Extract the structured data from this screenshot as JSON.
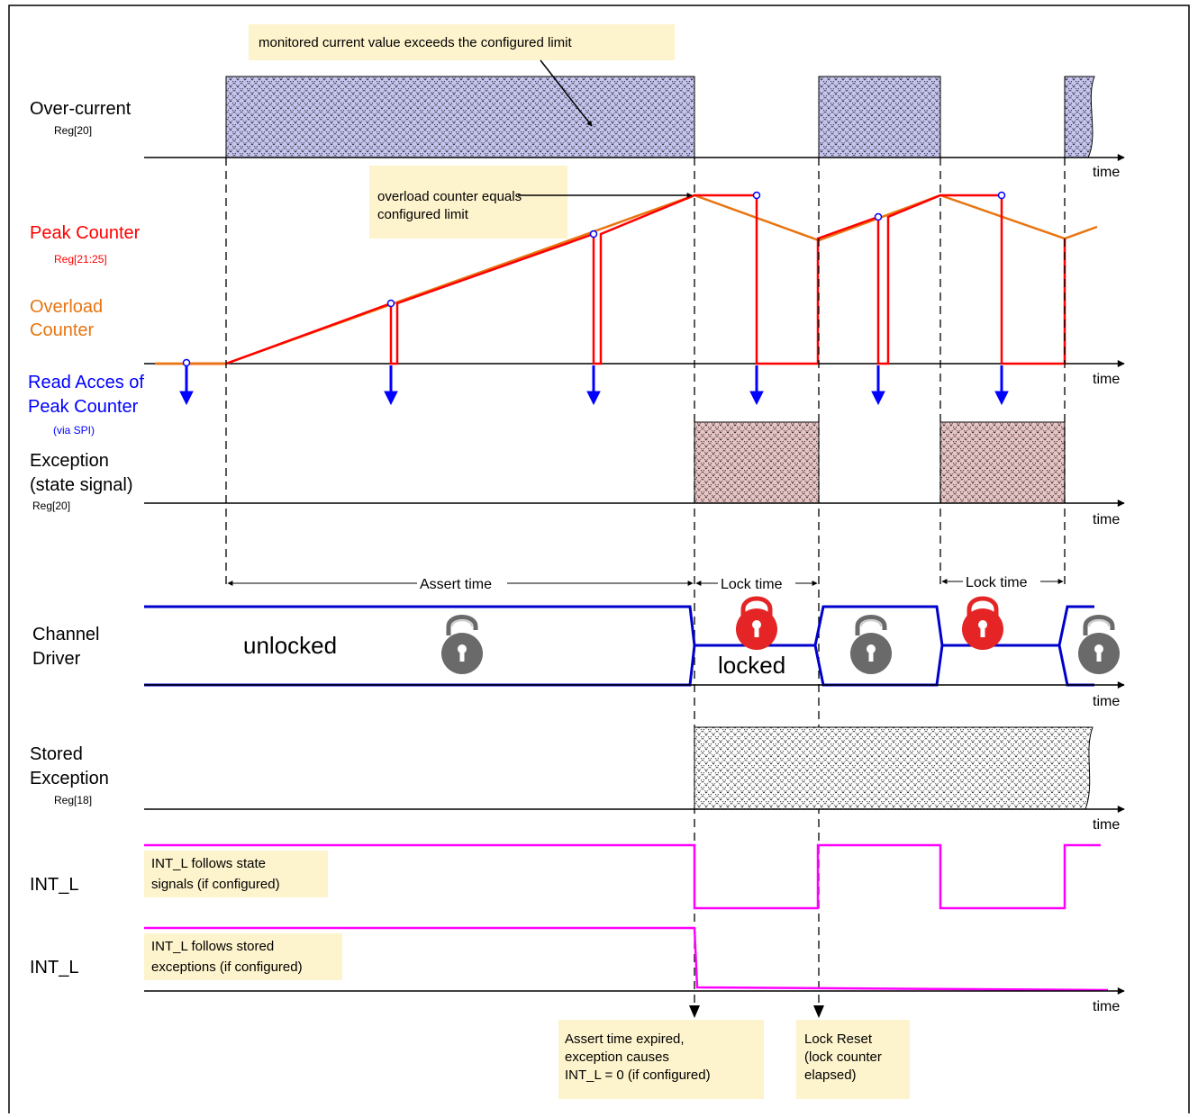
{
  "signals": {
    "overcurrent": {
      "label": "Over-current",
      "reg": "Reg[20]"
    },
    "peak": {
      "label": "Peak Counter",
      "reg": "Reg[21:25]"
    },
    "overload": {
      "label_line1": "Overload",
      "label_line2": "Counter"
    },
    "read": {
      "label_line1": "Read Acces of",
      "label_line2": "Peak Counter",
      "note": "(via SPI)"
    },
    "exception": {
      "label_line1": "Exception",
      "label_line2": "(state signal)",
      "reg": "Reg[20]"
    },
    "channel": {
      "label_line1": "Channel",
      "label_line2": "Driver",
      "state_unlocked": "unlocked",
      "state_locked": "locked"
    },
    "stored": {
      "label_line1": "Stored",
      "label_line2": "Exception",
      "reg": "Reg[18]"
    },
    "int_state": {
      "label": "INT_L"
    },
    "int_stored": {
      "label": "INT_L"
    }
  },
  "time_label": "time",
  "intervals": {
    "assert": "Assert time",
    "lock": "Lock time"
  },
  "notes": {
    "overcurrent_limit": "monitored current value exceeds the configured limit",
    "overload_line1": "overload counter equals",
    "overload_line2": "configured limit",
    "int_state_line1": "INT_L follows state",
    "int_state_line2": "signals (if configured)",
    "int_stored_line1": "INT_L follows stored",
    "int_stored_line2": "exceptions (if configured)",
    "assert_expired_line1": "Assert time expired,",
    "assert_expired_line2": "exception causes",
    "assert_expired_line3": "INT_L = 0 (if configured)",
    "lock_reset_line1": "Lock Reset",
    "lock_reset_line2": "(lock counter",
    "lock_reset_line3": "elapsed)"
  },
  "colors": {
    "peak": "#ff0000",
    "overload": "#e87511",
    "read": "#0000ff",
    "driver": "#0000cc",
    "interrupt": "#ff00ff",
    "note_bg": "#fdf3cc",
    "overcurrent_fill": "#c4c4ef",
    "exception_fill": "#e8c4c4",
    "lock_red": "#e52525",
    "lock_grey": "#6a6a6a"
  },
  "icons": {
    "lock_closed": "padlock-closed-icon",
    "lock_open": "padlock-open-icon",
    "read_arrow": "arrow-down-icon"
  }
}
